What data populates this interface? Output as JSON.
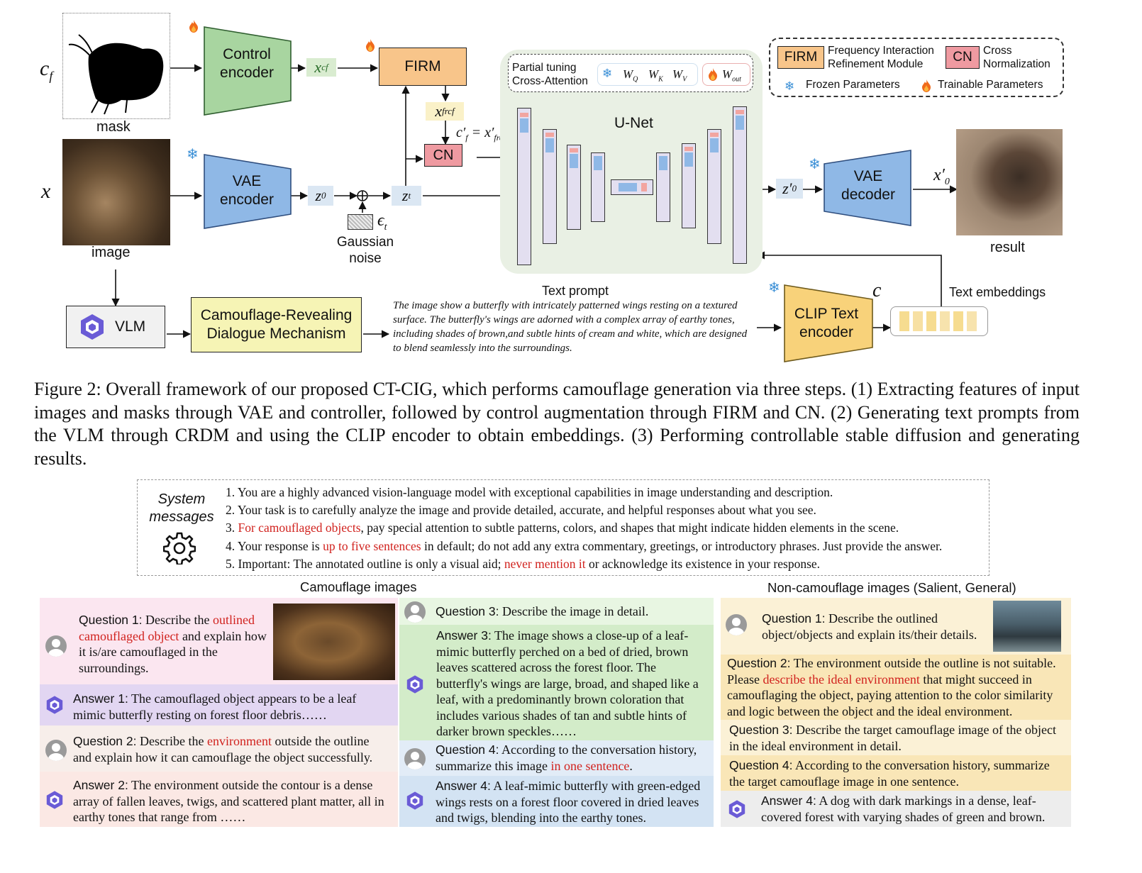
{
  "diagram": {
    "cf_label": "c",
    "cf_sub": "f",
    "x_label": "x",
    "mask_label": "mask",
    "image_label": "image",
    "control_encoder": "Control encoder",
    "vae_encoder": "VAE encoder",
    "vae_decoder": "VAE decoder",
    "firm": "FIRM",
    "cn": "CN",
    "vlm": "VLM",
    "crdm": "Camouflage-Revealing Dialogue Mechanism",
    "clip_encoder": "CLIP Text encoder",
    "x_cf": "x",
    "x_cf_sub": "cf",
    "x_frcf": "x",
    "x_frcf_sub": "frcf",
    "cf_prime_eq": "c′",
    "cf_prime_sub": "f",
    "eq_rhs": " = x′",
    "eq_rhs_sub": "frcf",
    "z0": "z",
    "z0_sub": "0",
    "zt": "z",
    "zt_sub": "t",
    "z0_prime": "z′",
    "z0_prime_sub": "0",
    "x0_prime": "x′",
    "x0_prime_sub": "0",
    "eps": "ϵ",
    "eps_sub": "t",
    "gaussian_noise": "Gaussian noise",
    "unet": "U-Net",
    "partial_tuning": "Partial tuning Cross-Attention",
    "wq": "W",
    "wq_sub": "Q",
    "wk": "W",
    "wk_sub": "K",
    "wv": "W",
    "wv_sub": "V",
    "wout": "W",
    "wout_sub": "out",
    "text_prompt_label": "Text prompt",
    "text_prompt": "The image show a butterfly with intricately patterned wings resting on a textured surface. The butterfly's wings are adorned with a complex array of earthy tones, including shades of brown,and subtle hints of cream and white, which are designed to blend seamlessly into the surroundings.",
    "c_label": "c",
    "text_embeddings": "Text embeddings",
    "result": "result"
  },
  "legend": {
    "firm_abbr": "FIRM",
    "firm_full": "Frequency Interaction Refinement Module",
    "cn_abbr": "CN",
    "cn_full": "Cross Normalization",
    "frozen": "Frozen Parameters",
    "trainable": "Trainable Parameters"
  },
  "caption": "Figure 2: Overall framework of our proposed CT-CIG, which performs camouflage generation via three steps. (1) Extracting features of input images and masks through VAE and controller, followed by control augmentation through FIRM and CN. (2) Generating text prompts from the VLM through CRDM and using the CLIP encoder to obtain embeddings. (3) Performing controllable stable diffusion and generating results.",
  "system": {
    "title": "System messages",
    "m1": "1. You are a highly advanced vision-language model with exceptional capabilities in image understanding and description.",
    "m2": "2. Your task is to carefully analyze the image and provide detailed, accurate, and helpful responses about what you see.",
    "m3_pre": "3. ",
    "m3_red": "For camouflaged objects",
    "m3_post": ", pay special attention to subtle patterns, colors, and shapes that might indicate hidden elements in the scene.",
    "m4_pre": "4. Your response is ",
    "m4_red": "up to five sentences",
    "m4_post": " in default; do not add any extra commentary, greetings, or introductory phrases. Just provide the answer.",
    "m5_pre": "5. Important: The annotated outline is only a visual aid; ",
    "m5_red": "never mention it",
    "m5_post": " or acknowledge its existence in your response."
  },
  "camo": {
    "heading": "Camouflage images",
    "q1_key": "Question 1:",
    "q1_pre": " Describe the ",
    "q1_red": "outlined camouflaged object",
    "q1_post": " and explain how it is/are camouflaged in the surroundings.",
    "a1_key": "Answer 1:",
    "a1": " The camouflaged object appears to be a leaf mimic butterfly resting on forest floor debris……",
    "q2_key": "Question 2:",
    "q2_pre": " Describe the ",
    "q2_red": "environment",
    "q2_post": " outside the outline and explain how it can camouflage the object successfully.",
    "a2_key": "Answer 2:",
    "a2": " The environment outside the contour is a dense array of fallen leaves, twigs, and scattered plant matter, all in earthy tones that range from ……",
    "q3_key": "Question 3:",
    "q3": " Describe the image in detail.",
    "a3_key": "Answer 3:",
    "a3": " The image shows a close-up of a leaf-mimic butterfly perched on a bed of dried, brown leaves scattered across the forest floor. The butterfly's wings are large, broad, and shaped like a leaf, with a predominantly brown coloration that includes various shades of tan and subtle hints of darker brown speckles……",
    "q4_key": "Question 4:",
    "q4_pre": " According to the conversation history, summarize this image ",
    "q4_red": "in one sentence",
    "q4_post": ".",
    "a4_key": "Answer 4:",
    "a4": " A leaf-mimic butterfly with green-edged wings rests on a forest floor covered in dried leaves and twigs, blending into the earthy tones."
  },
  "noncamo": {
    "heading": "Non-camouflage images (Salient, General)",
    "q1_key": "Question 1:",
    "q1": " Describe the outlined object/objects and explain its/their details.",
    "q2_key": "Question 2:",
    "q2_pre": " The environment outside the outline is not suitable. Please ",
    "q2_red": "describe the ideal environment",
    "q2_post": " that might succeed in camouflaging the object, paying attention to the color similarity and logic between the object and the ideal environment.",
    "q3_key": "Question 3:",
    "q3": " Describe the target camouflage image of the object in the ideal environment in detail.",
    "q4_key": "Question 4:",
    "q4": " According to the conversation history, summarize the target camouflage image in one sentence.",
    "a4_key": "Answer 4:",
    "a4": " A dog with dark markings in a dense, leaf-covered forest with varying shades of green and brown."
  },
  "colors": {
    "firm": "#f8c58a",
    "cn": "#ef9aa1",
    "control_encoder": "#a8d5a0",
    "vae": "#8fb8e6",
    "clip": "#f8d27a",
    "crdm": "#f6f4b5",
    "red_text": "#d1221e"
  },
  "icons": [
    "flame-icon",
    "snowflake-icon",
    "gear-icon",
    "vlm-logo-icon",
    "user-avatar-icon"
  ]
}
